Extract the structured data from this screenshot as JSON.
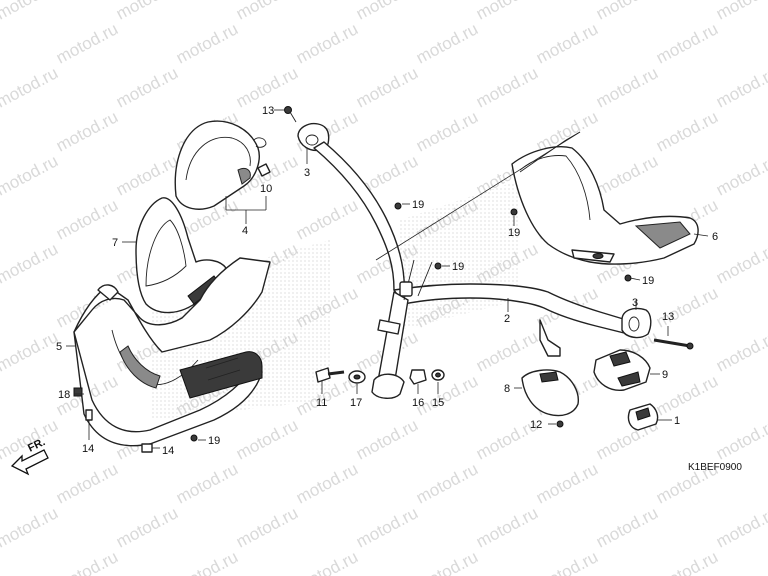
{
  "watermark": "motod.ru",
  "diagram_code": "K1BEF0900",
  "direction_label": "FR.",
  "callouts": [
    {
      "id": "c1",
      "text": "1"
    },
    {
      "id": "c2",
      "text": "2"
    },
    {
      "id": "c3a",
      "text": "3"
    },
    {
      "id": "c3b",
      "text": "3"
    },
    {
      "id": "c4",
      "text": "4"
    },
    {
      "id": "c5",
      "text": "5"
    },
    {
      "id": "c6",
      "text": "6"
    },
    {
      "id": "c7",
      "text": "7"
    },
    {
      "id": "c8",
      "text": "8"
    },
    {
      "id": "c9",
      "text": "9"
    },
    {
      "id": "c10",
      "text": "10"
    },
    {
      "id": "c11",
      "text": "11"
    },
    {
      "id": "c12",
      "text": "12"
    },
    {
      "id": "c13a",
      "text": "13"
    },
    {
      "id": "c13b",
      "text": "13"
    },
    {
      "id": "c14a",
      "text": "14"
    },
    {
      "id": "c14b",
      "text": "14"
    },
    {
      "id": "c15",
      "text": "15"
    },
    {
      "id": "c16",
      "text": "16"
    },
    {
      "id": "c17",
      "text": "17"
    },
    {
      "id": "c18",
      "text": "18"
    },
    {
      "id": "c19a",
      "text": "19"
    },
    {
      "id": "c19b",
      "text": "19"
    },
    {
      "id": "c19c",
      "text": "19"
    },
    {
      "id": "c19d",
      "text": "19"
    },
    {
      "id": "c19e",
      "text": "19"
    }
  ]
}
